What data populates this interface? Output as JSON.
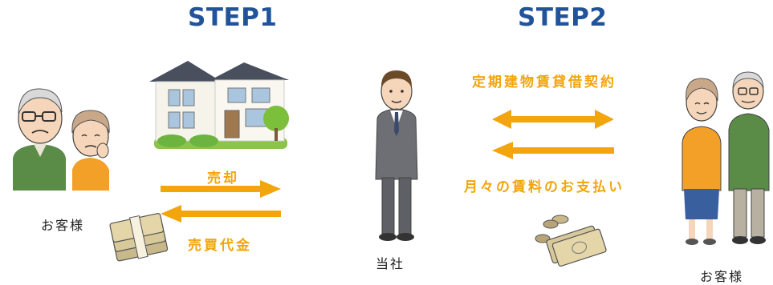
{
  "steps": {
    "step1": "STEP1",
    "step2": "STEP2"
  },
  "step1": {
    "sell_label": "売却",
    "proceeds_label": "売買代金",
    "customer_label": "お客様"
  },
  "step2": {
    "lease_contract_label": "定期建物賃貸借契約",
    "monthly_rent_label": "月々の賃料のお支払い",
    "company_label": "当社",
    "customer_label": "お客様"
  },
  "colors": {
    "step_blue": "#20539a",
    "arrow_orange": "#f2a50c"
  }
}
